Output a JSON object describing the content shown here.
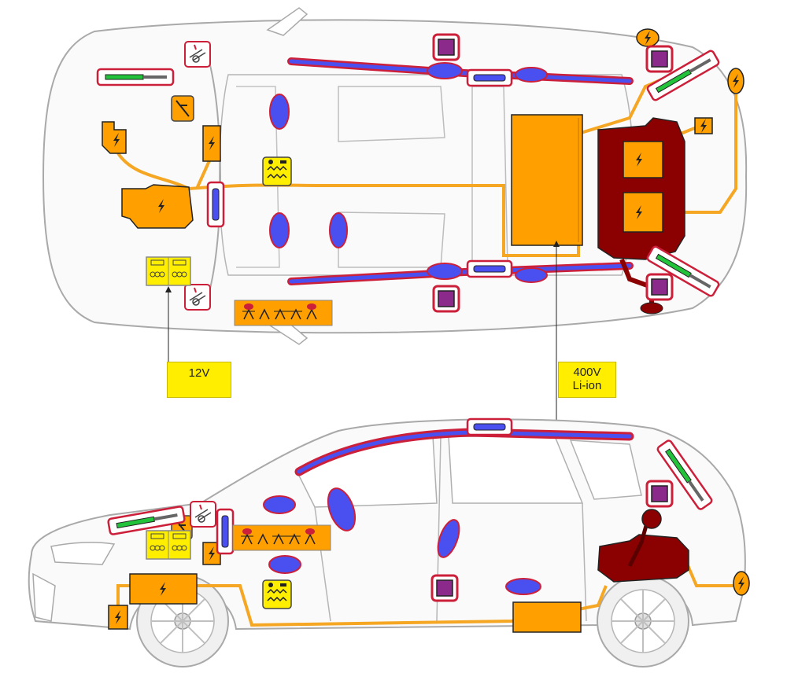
{
  "callouts": {
    "battery_12v": {
      "label": "12V"
    },
    "battery_hv": {
      "line1": "400V",
      "line2": "Li-ion"
    }
  },
  "legend_icons": [
    "high-voltage-component-icon",
    "high-voltage-cable-icon",
    "12v-battery-icon",
    "hv-battery-icon",
    "fuel-tank-icon",
    "airbag-icon",
    "airbag-control-unit-icon",
    "seatbelt-tensioner-icon",
    "gas-strut-icon",
    "pyrotechnic-actuator-icon",
    "hood-actuator-icon",
    "battery-disconnect-icon",
    "pedestrian-protection-icon"
  ],
  "colors": {
    "outline": "#a9a9a9",
    "hv_orange": "#ff9f00",
    "hv_cable": "#f5a623",
    "fuel_tank": "#8b0000",
    "airbag_blue": "#4a50f0",
    "curtain_red": "#cc1f3a",
    "callout_yellow": "#ffee00",
    "strut_green": "#22c33a",
    "sensor_purple": "#8c2a8c"
  }
}
